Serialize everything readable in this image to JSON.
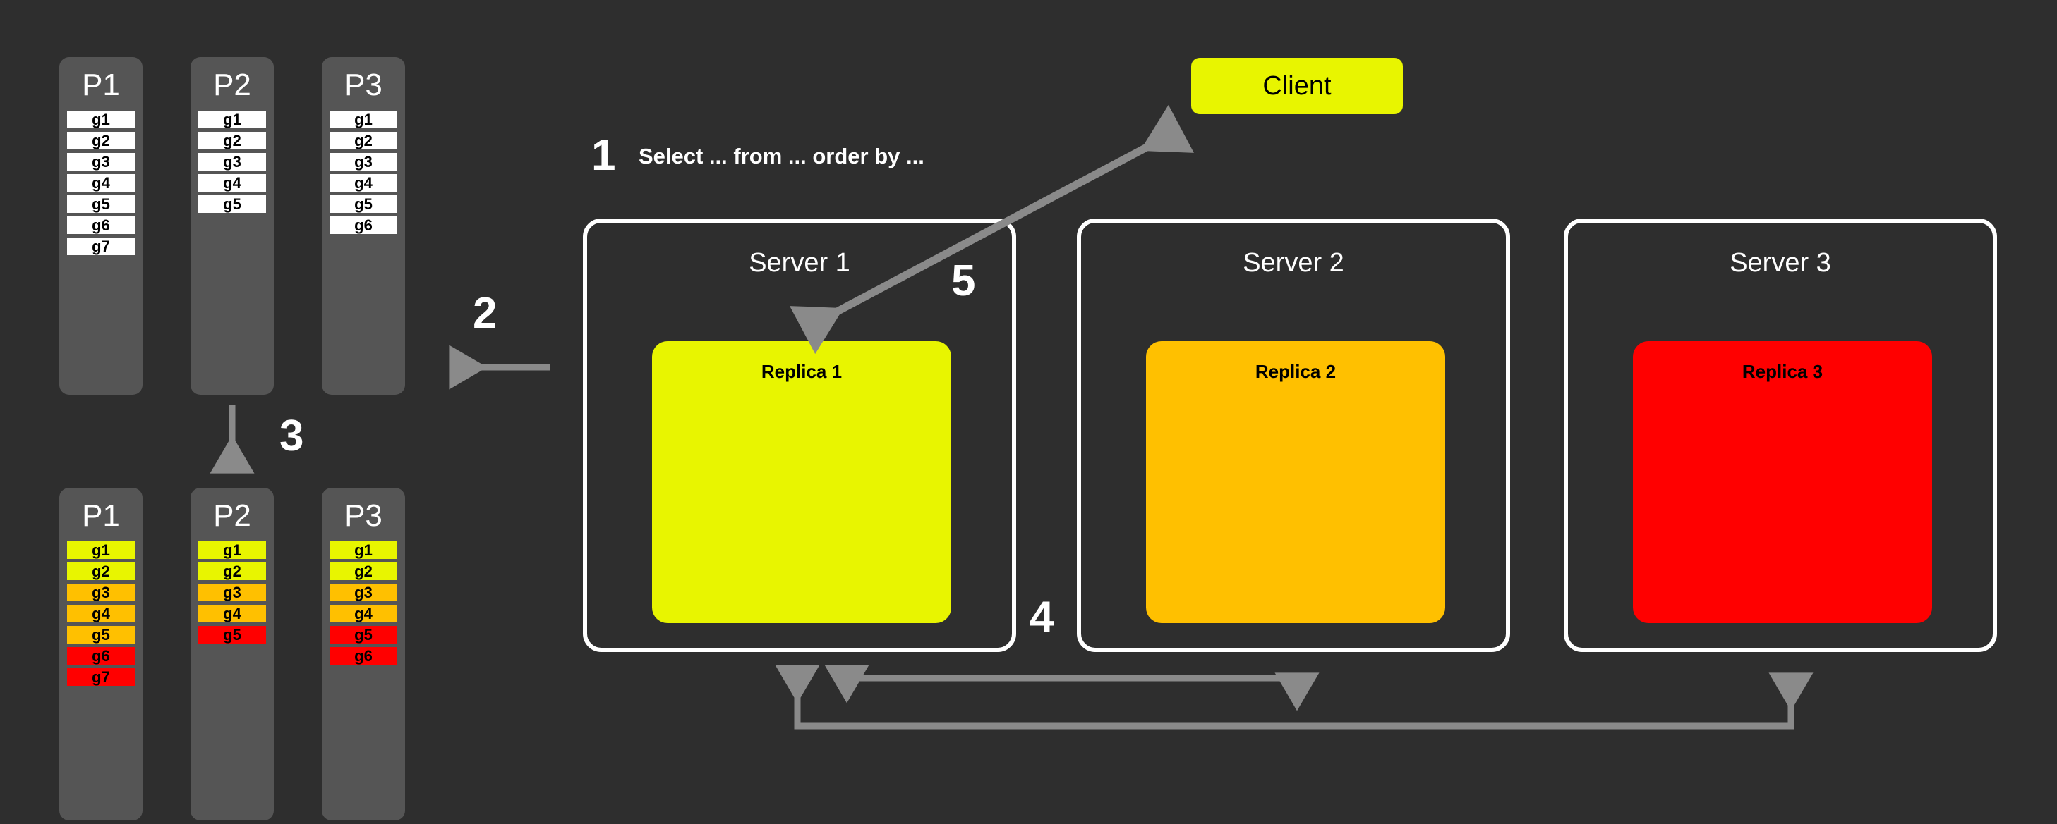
{
  "background_color": "#2e2e2e",
  "palette": {
    "yellow": "#e8f500",
    "orange": "#ffc000",
    "red": "#ff0000",
    "white": "#ffffff",
    "column_grey": "#555555",
    "arrow_grey": "#8a8a8a",
    "black": "#000000"
  },
  "steps": {
    "s1": "1",
    "s2": "2",
    "s3": "3",
    "s4": "4",
    "s5": "5"
  },
  "query": {
    "text": "Select ... from ... order by ..."
  },
  "client": {
    "label": "Client",
    "color": "#e8f500"
  },
  "partitions_top": [
    {
      "title": "P1",
      "cells": [
        {
          "label": "g1",
          "color": "#ffffff"
        },
        {
          "label": "g2",
          "color": "#ffffff"
        },
        {
          "label": "g3",
          "color": "#ffffff"
        },
        {
          "label": "g4",
          "color": "#ffffff"
        },
        {
          "label": "g5",
          "color": "#ffffff"
        },
        {
          "label": "g6",
          "color": "#ffffff"
        },
        {
          "label": "g7",
          "color": "#ffffff"
        }
      ]
    },
    {
      "title": "P2",
      "cells": [
        {
          "label": "g1",
          "color": "#ffffff"
        },
        {
          "label": "g2",
          "color": "#ffffff"
        },
        {
          "label": "g3",
          "color": "#ffffff"
        },
        {
          "label": "g4",
          "color": "#ffffff"
        },
        {
          "label": "g5",
          "color": "#ffffff"
        }
      ]
    },
    {
      "title": "P3",
      "cells": [
        {
          "label": "g1",
          "color": "#ffffff"
        },
        {
          "label": "g2",
          "color": "#ffffff"
        },
        {
          "label": "g3",
          "color": "#ffffff"
        },
        {
          "label": "g4",
          "color": "#ffffff"
        },
        {
          "label": "g5",
          "color": "#ffffff"
        },
        {
          "label": "g6",
          "color": "#ffffff"
        }
      ]
    }
  ],
  "partitions_bottom": [
    {
      "title": "P1",
      "cells": [
        {
          "label": "g1",
          "color": "#e8f500"
        },
        {
          "label": "g2",
          "color": "#e8f500"
        },
        {
          "label": "g3",
          "color": "#ffc000"
        },
        {
          "label": "g4",
          "color": "#ffc000"
        },
        {
          "label": "g5",
          "color": "#ffc000"
        },
        {
          "label": "g6",
          "color": "#ff0000"
        },
        {
          "label": "g7",
          "color": "#ff0000"
        }
      ]
    },
    {
      "title": "P2",
      "cells": [
        {
          "label": "g1",
          "color": "#e8f500"
        },
        {
          "label": "g2",
          "color": "#e8f500"
        },
        {
          "label": "g3",
          "color": "#ffc000"
        },
        {
          "label": "g4",
          "color": "#ffc000"
        },
        {
          "label": "g5",
          "color": "#ff0000"
        }
      ]
    },
    {
      "title": "P3",
      "cells": [
        {
          "label": "g1",
          "color": "#e8f500"
        },
        {
          "label": "g2",
          "color": "#e8f500"
        },
        {
          "label": "g3",
          "color": "#ffc000"
        },
        {
          "label": "g4",
          "color": "#ffc000"
        },
        {
          "label": "g5",
          "color": "#ff0000"
        },
        {
          "label": "g6",
          "color": "#ff0000"
        }
      ]
    }
  ],
  "servers": [
    {
      "title": "Server 1",
      "replica": "Replica 1",
      "replica_color": "#e8f500"
    },
    {
      "title": "Server 2",
      "replica": "Replica 2",
      "replica_color": "#ffc000"
    },
    {
      "title": "Server 3",
      "replica": "Replica 3",
      "replica_color": "#ff0000"
    }
  ]
}
